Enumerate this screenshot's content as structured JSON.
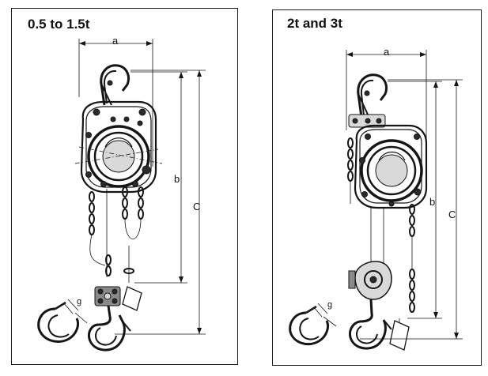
{
  "panels": [
    {
      "title": "0.5 to 1.5t",
      "dimensions": {
        "a": "a",
        "b": "b",
        "c": "C",
        "g": "g"
      }
    },
    {
      "title": "2t and 3t",
      "dimensions": {
        "a": "a",
        "b": "b",
        "c": "C",
        "g": "g"
      }
    }
  ],
  "colors": {
    "ink": "#151515",
    "background": "#ffffff"
  }
}
